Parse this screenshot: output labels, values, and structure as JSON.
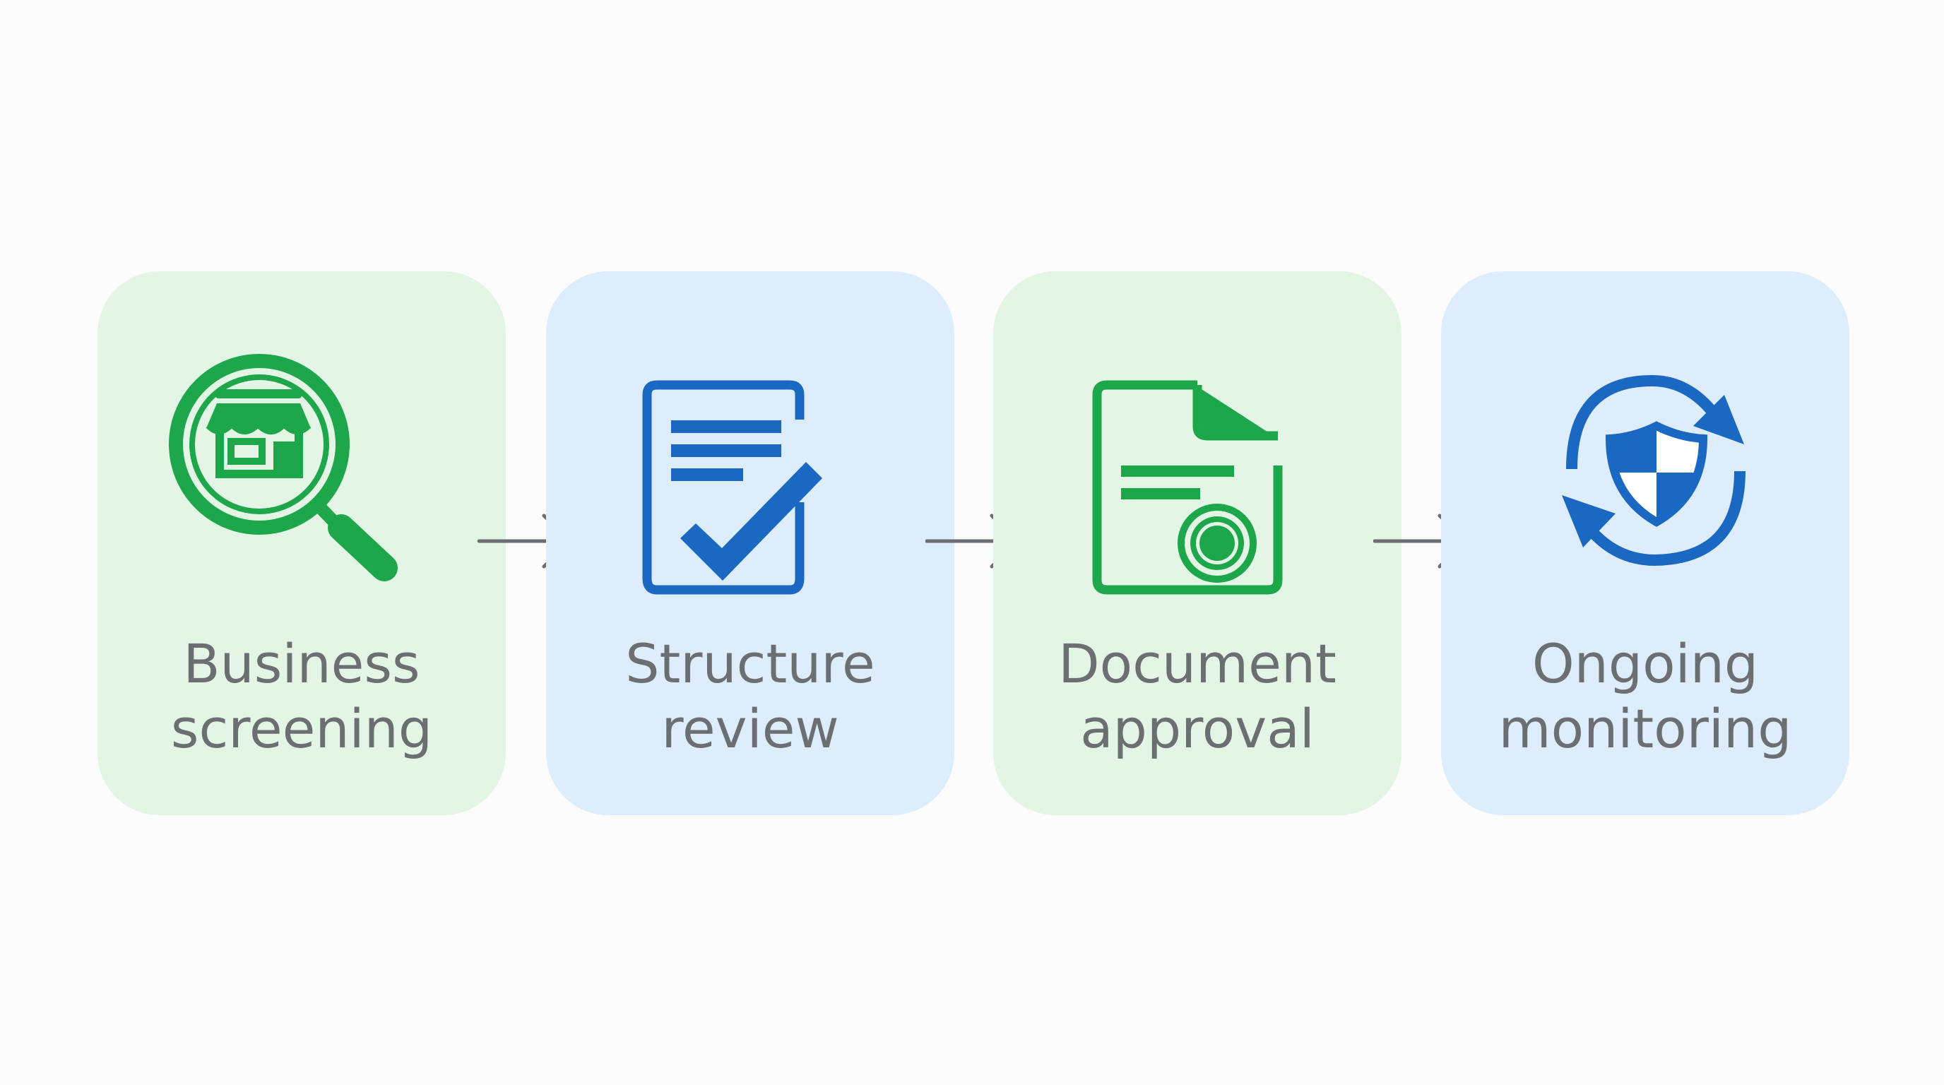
{
  "colors": {
    "green_accent": "#1ea64b",
    "blue_accent": "#1a68c2",
    "green_card": "#e3f6e6",
    "blue_card": "#deedfb",
    "label_text": "#6b6f72",
    "arrow": "#6b6d70"
  },
  "steps": [
    {
      "icon": "store-search-icon",
      "label_line1": "Business",
      "label_line2": "screening"
    },
    {
      "icon": "document-check-icon",
      "label_line1": "Structure",
      "label_line2": "review"
    },
    {
      "icon": "certificate-document-icon",
      "label_line1": "Document",
      "label_line2": "approval"
    },
    {
      "icon": "shield-refresh-icon",
      "label_line1": "Ongoing",
      "label_line2": "monitoring"
    }
  ],
  "connectors": [
    "right-arrow-icon",
    "right-arrow-icon",
    "right-arrow-icon"
  ]
}
